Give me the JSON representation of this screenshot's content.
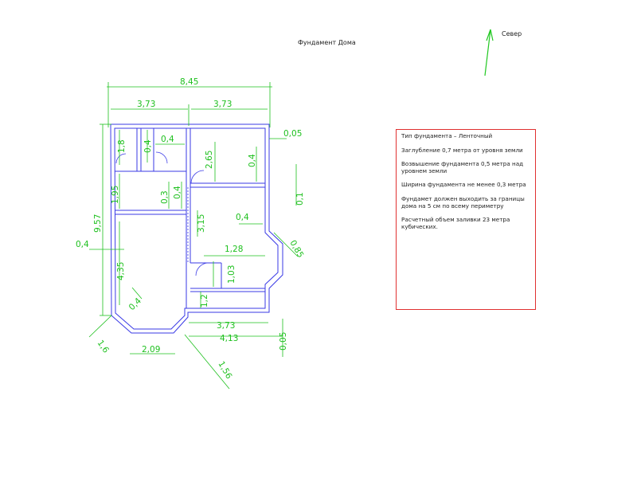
{
  "drawing": {
    "title": "Фундамент Дома",
    "north_label": "Север",
    "north_arrow_color": "#22c822",
    "dimension_color": "#1ec01e",
    "wall_color": "#3a3ae6",
    "notes_border_color": "#e03030"
  },
  "dimensions": {
    "total_width": "8,45",
    "left_width": "3,73",
    "right_width": "3,73",
    "right_wall": "0,05",
    "dim_1_8": "1,8",
    "dim_0_4_a": "0,4",
    "dim_0_4_b": "0,4",
    "dim_2_65": "2,65",
    "dim_0_4_c": "0,4",
    "dim_0_1": "0,1",
    "dim_1_95": "1,95",
    "dim_0_3": "0,3",
    "dim_0_4_d": "0,4",
    "total_height": "9,57",
    "dim_3_15": "3,15",
    "dim_0_4_e": "0,4",
    "dim_0_4_left": "0,4",
    "dim_1_28": "1,28",
    "dim_0_85": "0,85",
    "dim_4_35": "4,35",
    "dim_1_03": "1,03",
    "dim_0_4_f": "0,4",
    "dim_1_2": "1,2",
    "bottom_3_73": "3,73",
    "bottom_4_13": "4,13",
    "dim_1_6": "1,6",
    "dim_2_09": "2,09",
    "bottom_0_05": "0,05",
    "dim_1_56": "1,56"
  },
  "notes": [
    "Тип фундамента  – Ленточный",
    "Заглубление 0,7 метра от уровня земли",
    "Возвышение фундамента 0,5 метра над уровнем земли",
    "Ширина фундамента не менее 0,3 метра",
    "Фундамет должен выходить за границы дома на 5 см по всему периметру",
    "Расчетный объем заливки 23 метра кубических."
  ]
}
